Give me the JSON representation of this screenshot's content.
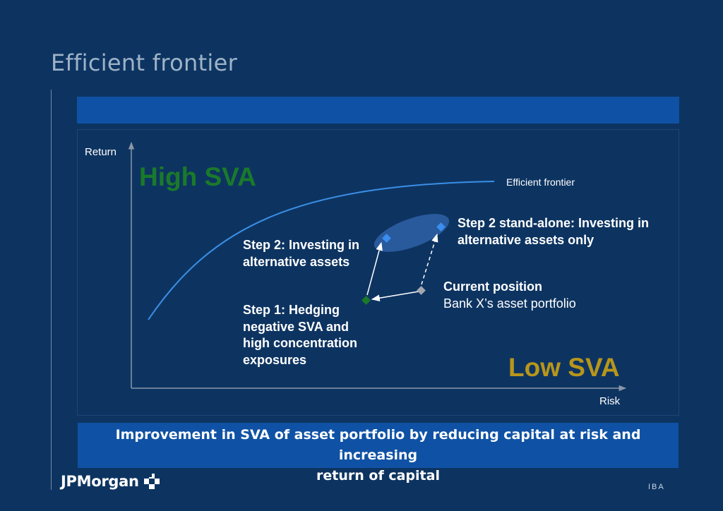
{
  "title": "Efficient frontier",
  "diagram": {
    "axis_y_label": "Return",
    "axis_x_label": "Risk",
    "high_label": "High SVA",
    "low_label": "Low SVA",
    "frontier_label": "Efficient frontier",
    "step2_standalone": {
      "line1": "Step 2 stand-alone: Investing in",
      "line2": "alternative assets only"
    },
    "step2": {
      "line1": "Step 2: Investing in",
      "line2": "alternative assets"
    },
    "current": {
      "line1": "Current position",
      "line2": "Bank X’s asset portfolio"
    },
    "step1": {
      "line1": "Step 1: Hedging",
      "line2": "negative SVA and",
      "line3": "high concentration",
      "line4": "exposures"
    },
    "colors": {
      "high": "#1a7a2a",
      "low": "#b8961b",
      "frontier": "#3b8fe6",
      "marker_step1": "#1a7a2a",
      "marker_current": "#a3a8b0",
      "marker_step2": "#3a8ef0"
    }
  },
  "conclusion": {
    "line1": "Improvement in SVA of asset portfolio by reducing capital at risk and increasing",
    "line2": "return of capital"
  },
  "footer": {
    "brand": "JPMorgan",
    "code": "IBA"
  }
}
